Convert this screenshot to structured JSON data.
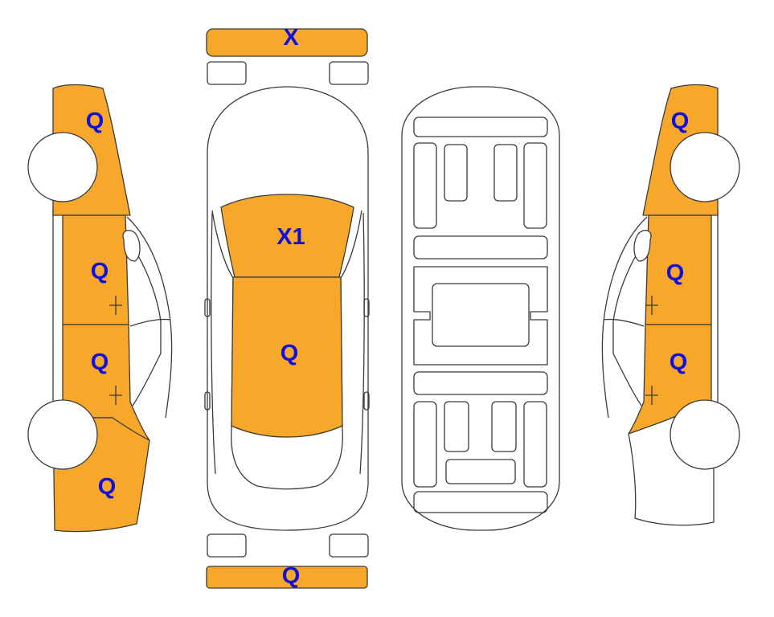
{
  "colors": {
    "marked_fill": "#F7A82B",
    "label_color": "#1010DD",
    "outline": "#3a3a3a",
    "background": "#FFFFFF"
  },
  "labels": {
    "front_bumper": "X",
    "hood": "X1",
    "roof": "Q",
    "rear_bumper": "Q",
    "left_front_fender": "Q",
    "left_front_door": "Q",
    "left_rear_door": "Q",
    "left_rear_quarter": "Q",
    "right_front_fender": "Q",
    "right_front_door": "Q",
    "right_rear_door": "Q"
  }
}
